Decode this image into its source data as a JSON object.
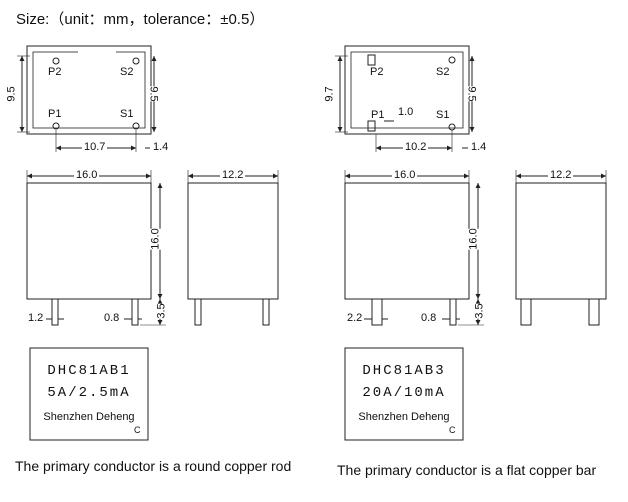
{
  "header": "Size:（unit：mm，tolerance：±0.5）",
  "left": {
    "top_view": {
      "p2": "P2",
      "s2": "S2",
      "p1": "P1",
      "s1": "S1",
      "height_left": "9.5",
      "height_right": "9.5",
      "width_pins": "10.7",
      "pin_offset": "1.4"
    },
    "front_view": {
      "width": "16.0",
      "height": "16.0",
      "pin_dia": "1.2",
      "pin_small": "0.8",
      "pin_length": "3.5"
    },
    "side_view": {
      "width": "12.2"
    },
    "label": {
      "model": "DHC81AB1",
      "rating": "5A/2.5mA",
      "maker": "Shenzhen Deheng",
      "mark": "C"
    },
    "caption": "The primary conductor is a round copper rod"
  },
  "right": {
    "top_view": {
      "p2": "P2",
      "s2": "S2",
      "p1": "P1",
      "s1": "S1",
      "height_left": "9.7",
      "height_right": "9.5",
      "bar_width": "1.0",
      "width_pins": "10.2",
      "pin_offset": "1.4"
    },
    "front_view": {
      "width": "16.0",
      "height": "16.0",
      "bar_thickness": "2.2",
      "pin_small": "0.8",
      "pin_length": "3.5"
    },
    "side_view": {
      "width": "12.2"
    },
    "label": {
      "model": "DHC81AB3",
      "rating": "20A/10mA",
      "maker": "Shenzhen Deheng",
      "mark": "C"
    },
    "caption": "The primary conductor is a flat copper bar"
  }
}
